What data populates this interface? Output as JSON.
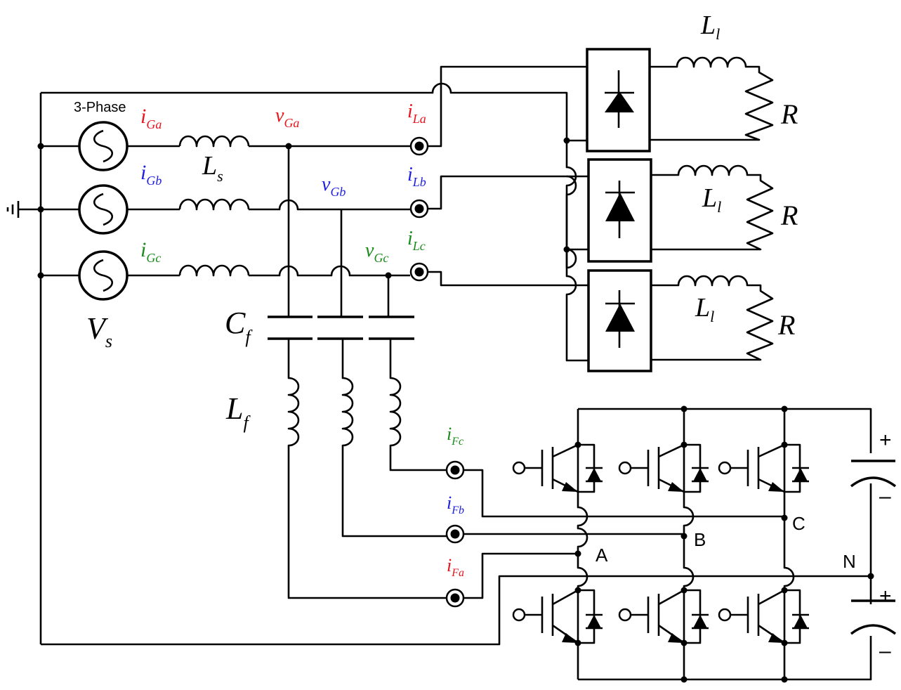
{
  "source": {
    "label": "3-Phase",
    "name": "V",
    "sub": "s"
  },
  "currents_grid": [
    {
      "name": "i",
      "sub": "Ga",
      "color": "#e8141e"
    },
    {
      "name": "i",
      "sub": "Gb",
      "color": "#1e1ee0"
    },
    {
      "name": "i",
      "sub": "Gc",
      "color": "#1a8a1a"
    }
  ],
  "voltages_grid": [
    {
      "name": "v",
      "sub": "Ga",
      "color": "#e8141e"
    },
    {
      "name": "v",
      "sub": "Gb",
      "color": "#1e1ee0"
    },
    {
      "name": "v",
      "sub": "Gc",
      "color": "#1a8a1a"
    }
  ],
  "currents_load": [
    {
      "name": "i",
      "sub": "La",
      "color": "#e8141e"
    },
    {
      "name": "i",
      "sub": "Lb",
      "color": "#1e1ee0"
    },
    {
      "name": "i",
      "sub": "Lc",
      "color": "#1a8a1a"
    }
  ],
  "currents_filter": [
    {
      "name": "i",
      "sub": "Fc",
      "color": "#1a8a1a"
    },
    {
      "name": "i",
      "sub": "Fb",
      "color": "#1e1ee0"
    },
    {
      "name": "i",
      "sub": "Fa",
      "color": "#e8141e"
    }
  ],
  "components": {
    "ls": {
      "name": "L",
      "sub": "s"
    },
    "cf": {
      "name": "C",
      "sub": "f"
    },
    "lf": {
      "name": "L",
      "sub": "f"
    },
    "ll": {
      "name": "L",
      "sub": "l"
    },
    "r": "R"
  },
  "nodes": {
    "a": "A",
    "b": "B",
    "c": "C",
    "n": "N"
  },
  "signs": {
    "plus": "+",
    "minus": "–"
  }
}
